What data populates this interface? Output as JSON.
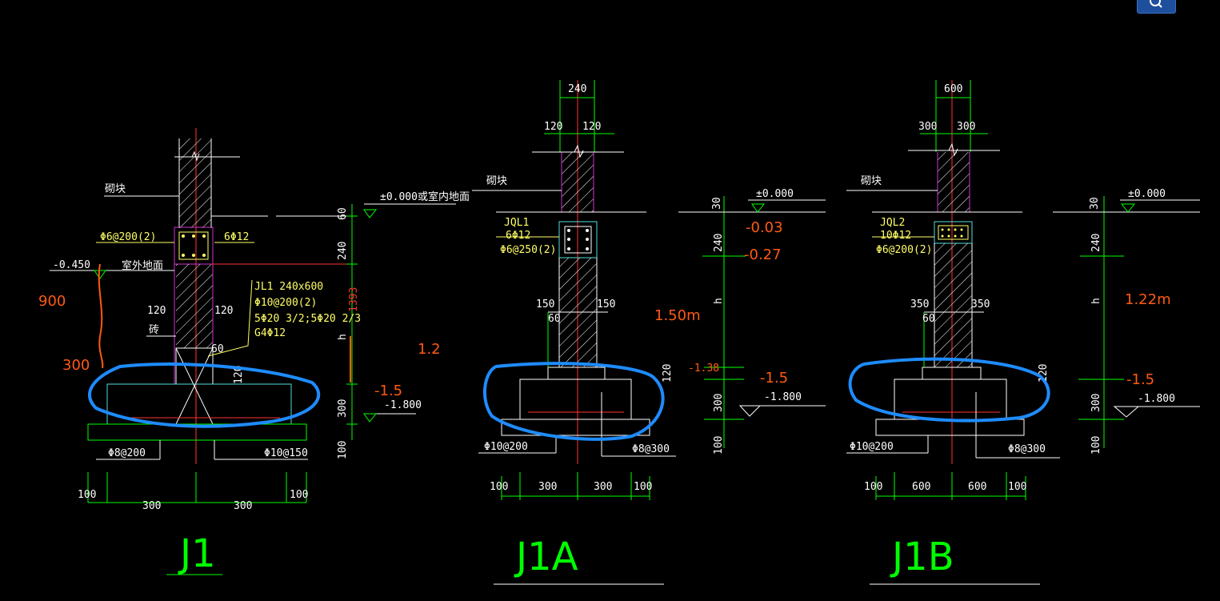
{
  "top_button": {
    "icon": "search-icon"
  },
  "colors": {
    "line": "#ffffff",
    "dimension": "#00ff00",
    "column_outline": "#cc33cc",
    "tie_beam": "#ffff66",
    "section_box": "#55dddd",
    "rebar": "#ff3333",
    "hand_orange": "#ff5a14",
    "hand_blue": "#1e8cff"
  },
  "j1": {
    "label_block": "砌块",
    "label_outdoor_ground": "室外地面",
    "label_brick": "砖",
    "indoor_level": "±0.000或室内地面",
    "outdoor_level": "-0.450",
    "stirrup": "Φ6@200(2)",
    "main_bars": "6Φ12",
    "tie_beam": [
      "JL1 240x600",
      "Φ10@200(2)",
      "5Φ20 3/2;5Φ20 2/3",
      "G4Φ12"
    ],
    "dim_wall_left": "120",
    "dim_wall_right": "120",
    "dim_60": "60",
    "dim_120": "120",
    "dim_right": [
      "60",
      "240",
      "1393",
      "h",
      "300",
      "100"
    ],
    "bottom_level": "-1.800",
    "rebar_left": "Φ8@200",
    "rebar_right": "Φ10@150",
    "dim_bottom": [
      "100",
      "300",
      "300",
      "100"
    ],
    "title": "J1",
    "handwritten": [
      "900",
      "300",
      "-1.5"
    ]
  },
  "j1a": {
    "label_block": "砌块",
    "tie_beam": [
      "JQL1",
      "6Φ12",
      "Φ6@250(2)"
    ],
    "dim_top": "240",
    "dim_top_split": [
      "120",
      "120"
    ],
    "dim_col": [
      "150",
      "150"
    ],
    "dim_60": "60",
    "dim_120": "120",
    "level_top": "±0.000",
    "dim_right": [
      "30",
      "240",
      "h",
      "300",
      "100"
    ],
    "bottom_level": "-1.800",
    "rebar_left": "Φ10@200",
    "rebar_right": "Φ8@300",
    "dim_bottom": [
      "100",
      "300",
      "300",
      "100"
    ],
    "title": "J1A",
    "handwritten": [
      "-0.03",
      "-0.27",
      "1.2",
      "-1.38",
      "-1.5",
      "1.50m"
    ]
  },
  "j1b": {
    "label_block": "砌块",
    "tie_beam": [
      "JQL2",
      "10Φ12",
      "Φ6@200(2)"
    ],
    "dim_top": "600",
    "dim_top_split": [
      "300",
      "300"
    ],
    "dim_col": [
      "350",
      "350"
    ],
    "dim_60": "60",
    "dim_120": "120",
    "level_top": "±0.000",
    "dim_right": [
      "30",
      "240",
      "h",
      "300",
      "100"
    ],
    "bottom_level": "-1.800",
    "rebar_left": "Φ10@200",
    "rebar_right": "Φ8@300",
    "dim_bottom": [
      "100",
      "600",
      "600",
      "100"
    ],
    "title": "J1B",
    "handwritten": [
      "-1.5",
      "1.22m"
    ]
  }
}
